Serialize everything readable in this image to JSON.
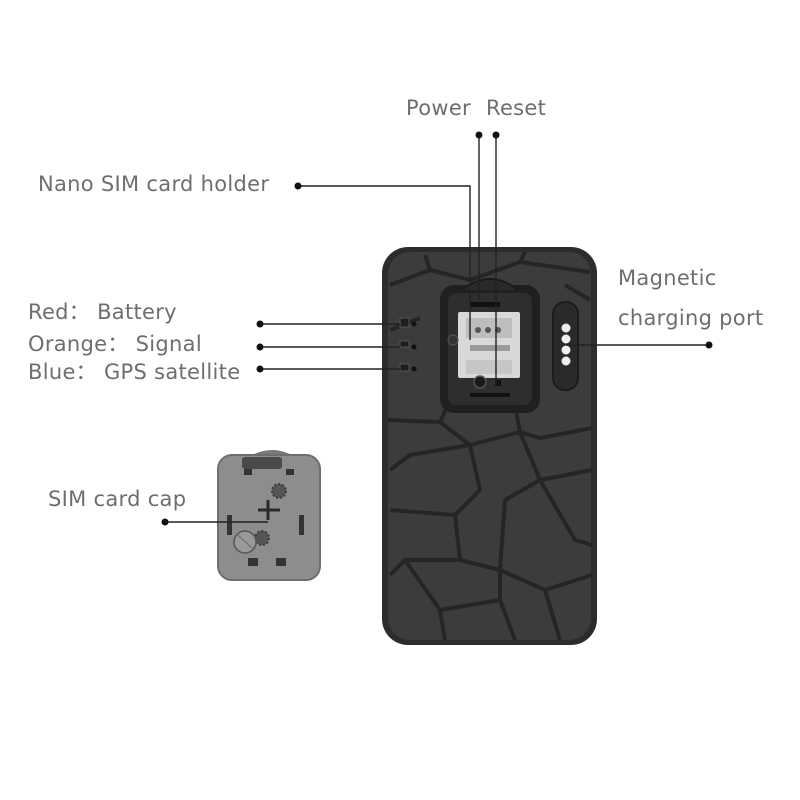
{
  "labels": {
    "power": "Power",
    "reset": "Reset",
    "nano_sim": "Nano SIM card holder",
    "red": "Red： Battery",
    "orange": "Orange： Signal",
    "blue": "Blue： GPS satellite",
    "magnetic_1": "Magnetic",
    "magnetic_2": "charging port",
    "sim_cap": "SIM card cap"
  },
  "colors": {
    "label_text": "#6e6e6e",
    "leader_line": "#222222",
    "device_body": "#3a3a3c",
    "device_edge": "#2a2a2c",
    "cap_body": "#8a8a8a"
  }
}
